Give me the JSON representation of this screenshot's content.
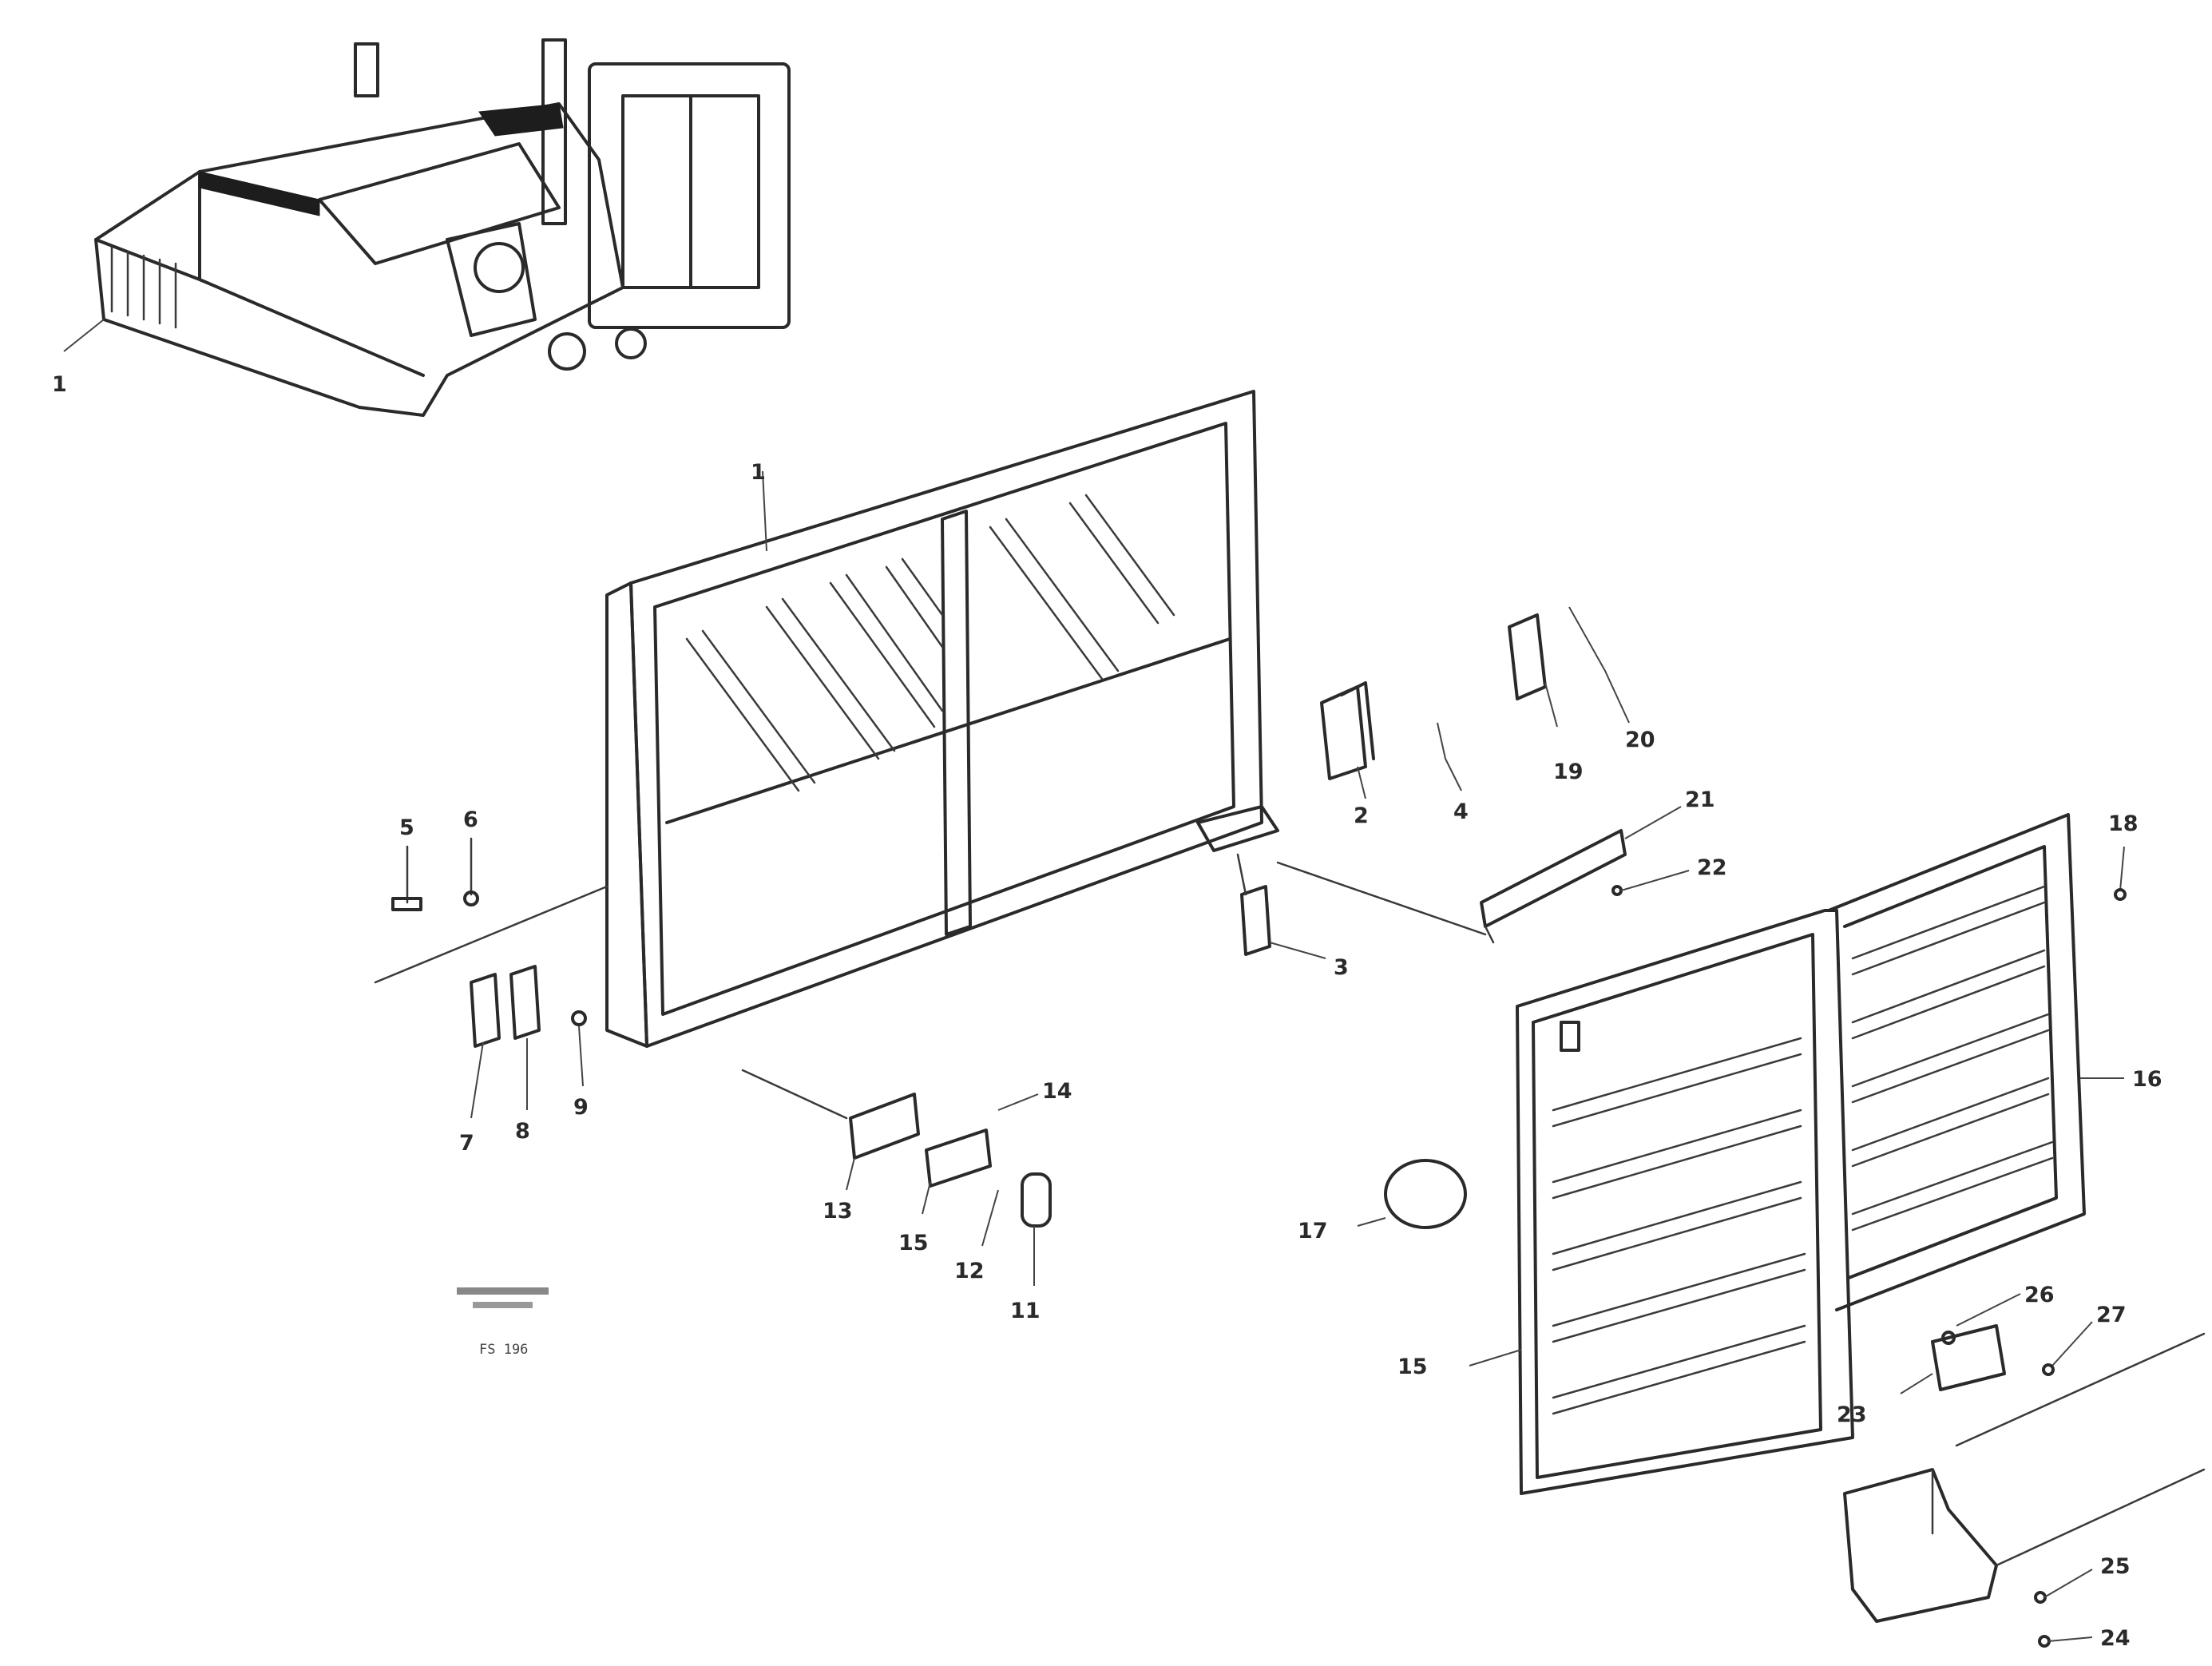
{
  "callouts": [
    {
      "id": "c-overview-1",
      "text": "1"
    },
    {
      "id": "c-frame-1",
      "text": "1"
    },
    {
      "id": "c-2",
      "text": "2"
    },
    {
      "id": "c-3",
      "text": "3"
    },
    {
      "id": "c-4",
      "text": "4"
    },
    {
      "id": "c-5",
      "text": "5"
    },
    {
      "id": "c-6",
      "text": "6"
    },
    {
      "id": "c-7",
      "text": "7"
    },
    {
      "id": "c-8",
      "text": "8"
    },
    {
      "id": "c-9",
      "text": "9"
    },
    {
      "id": "c-11",
      "text": "11"
    },
    {
      "id": "c-12",
      "text": "12"
    },
    {
      "id": "c-13",
      "text": "13"
    },
    {
      "id": "c-14",
      "text": "14"
    },
    {
      "id": "c-15a",
      "text": "15"
    },
    {
      "id": "c-15b",
      "text": "15"
    },
    {
      "id": "c-16",
      "text": "16"
    },
    {
      "id": "c-17",
      "text": "17"
    },
    {
      "id": "c-18",
      "text": "18"
    },
    {
      "id": "c-19",
      "text": "19"
    },
    {
      "id": "c-20",
      "text": "20"
    },
    {
      "id": "c-21",
      "text": "21"
    },
    {
      "id": "c-22",
      "text": "22"
    },
    {
      "id": "c-23",
      "text": "23"
    },
    {
      "id": "c-24",
      "text": "24"
    },
    {
      "id": "c-25",
      "text": "25"
    },
    {
      "id": "c-26",
      "text": "26"
    },
    {
      "id": "c-27",
      "text": "27"
    }
  ],
  "reference": {
    "line1": "",
    "line2": "",
    "line3": "FS 196"
  }
}
